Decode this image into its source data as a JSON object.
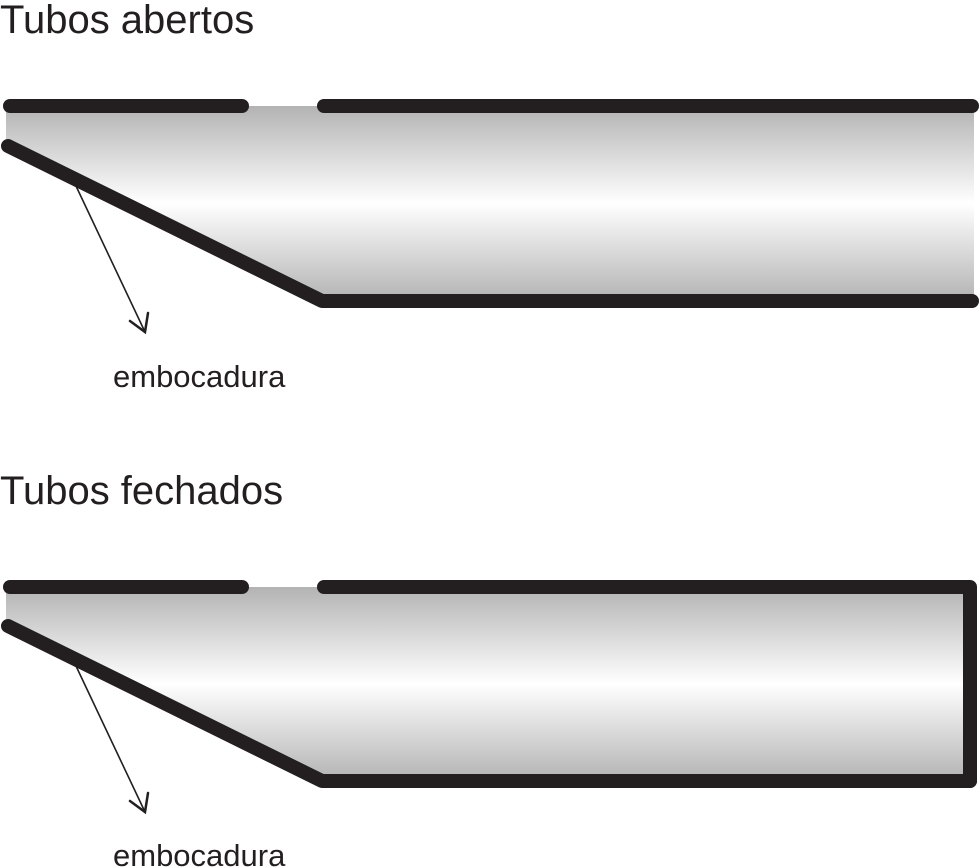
{
  "diagrams": {
    "open": {
      "title": "Tubos abertos",
      "label": "embocadura"
    },
    "closed": {
      "title": "Tubos fechados",
      "label": "embocadura"
    }
  },
  "colors": {
    "wall": "#231f20",
    "gradient_edge": "#b3b3b3",
    "gradient_center": "#ffffff",
    "text": "#231f20"
  }
}
